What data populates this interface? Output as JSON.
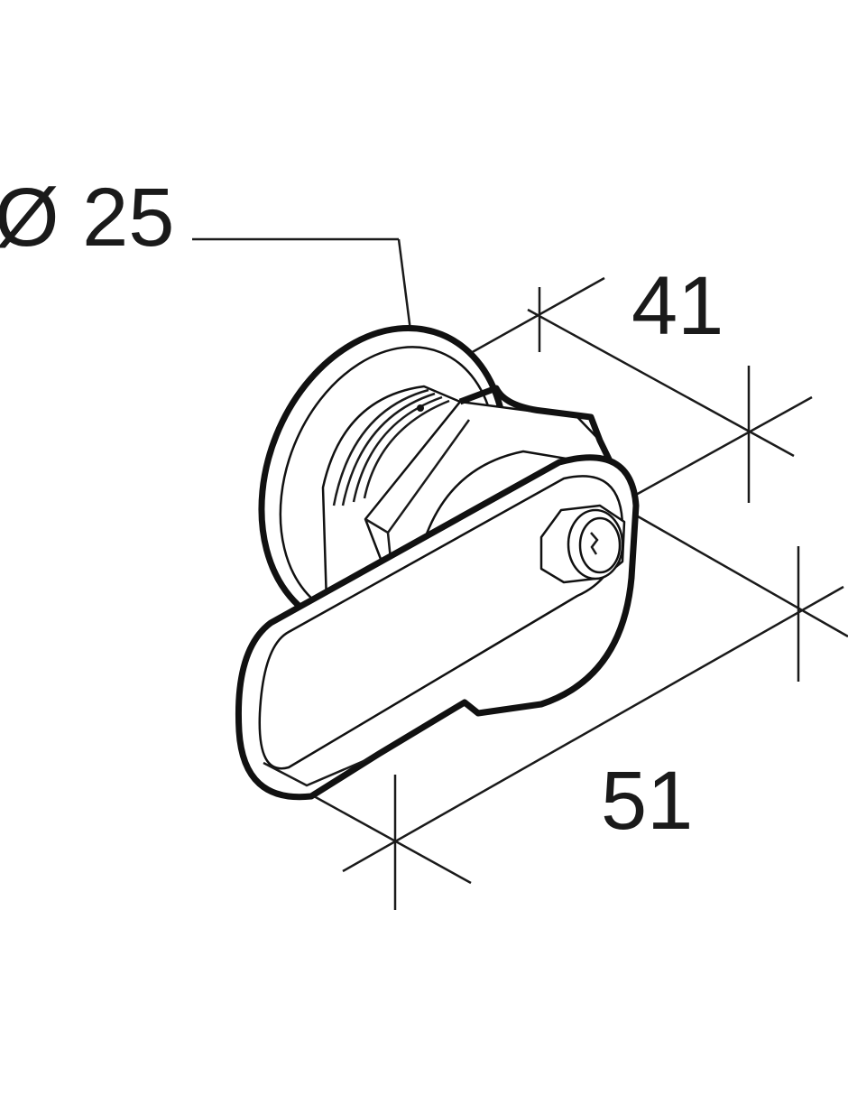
{
  "drawing": {
    "subject": "cam-lock",
    "dimensions": {
      "diameter": "Ø 25",
      "depth": "41",
      "length": "51"
    },
    "line_color": "#111111",
    "background": "#ffffff"
  }
}
